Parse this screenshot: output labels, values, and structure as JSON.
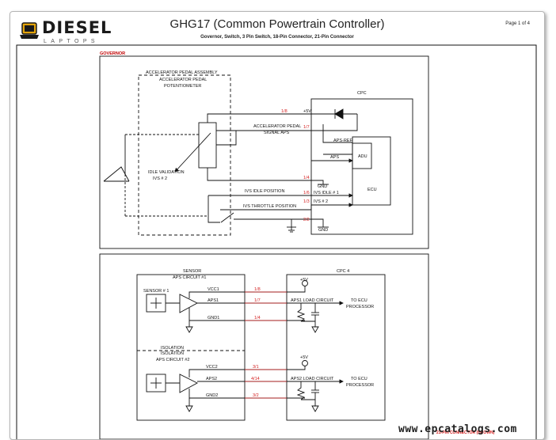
{
  "header": {
    "logo_word": "DIESEL",
    "logo_sub": "LAPTOPS",
    "title": "GHG17 (Common Powertrain Controller)",
    "subtitle": "Governor, Switch, 3 Pin Switch, 18-Pin Connector, 21-Pin Connector",
    "page": "Page 1 of 4"
  },
  "governor": {
    "section": "GOVERNOR",
    "assembly": "ACCELERATOR PEDAL ASSEMBLY",
    "potentiometer_1": "ACCELERATOR PEDAL",
    "potentiometer_2": "POTENTIOMETER",
    "ivs_1": "IDLE VALIDATION",
    "ivs_2": "IVS # 2",
    "cpc": "CPC",
    "signal_1": "ACCELERATOR PEDAL",
    "signal_2": "SIGNAL APS",
    "ivs_idle_pos": "IVS IDLE POSITION",
    "ivs_throttle_pos": "IVS THROTTLE POSITION",
    "pin_1_8": "1/8",
    "pin_1_7": "1/7",
    "pin_1_4": "1/4",
    "pin_1_6": "1/6",
    "pin_1_3": "1/3",
    "pin_2_2": "2/2",
    "plus5v": "+5V",
    "aps_ref": "APS-REF",
    "aps": "APS",
    "adu": "ADU",
    "ecu": "ECU",
    "gnd_a": "GND",
    "ivs_idle_1": "IVS IDLE # 1",
    "gnd_b": "GND"
  },
  "sensor": {
    "title_1": "SENSOR",
    "title_2": "APS CIRCUIT #1",
    "cpc4": "CPC 4",
    "sensor1": "SENSOR # 1",
    "vcc1": "VCC1",
    "aps1": "APS1",
    "gnd1": "GND1",
    "pin_1_8": "1/8",
    "pin_1_7": "1/7",
    "pin_1_4": "1/4",
    "plus5v_1": "+5V",
    "load1": "APS1 LOAD CIRCUIT",
    "to_ecu_1": "TO ECU",
    "processor_1": "PROCESSOR",
    "isolation_1": "ISOLATION",
    "isolation_2": "ISOLATION",
    "circuit2": "APS CIRCUIT #2",
    "vcc2": "VCC2",
    "aps2": "APS2",
    "gnd2": "GND2",
    "pin_3_1": "3/1",
    "pin_4_14": "4/14",
    "pin_3_2": "3/2",
    "plus5v_2": "+5V",
    "load2": "APS2 LOAD CIRCUIT",
    "to_ecu_2": "TO ECU",
    "processor_2": "PROCESSOR",
    "connector_note": "21-PIN CONNECTOR (BROWN)"
  },
  "watermark": "www.epcatalogs.com",
  "colors": {
    "pin_red": "#d42020",
    "line": "#111111",
    "section_red": "#c00000"
  }
}
